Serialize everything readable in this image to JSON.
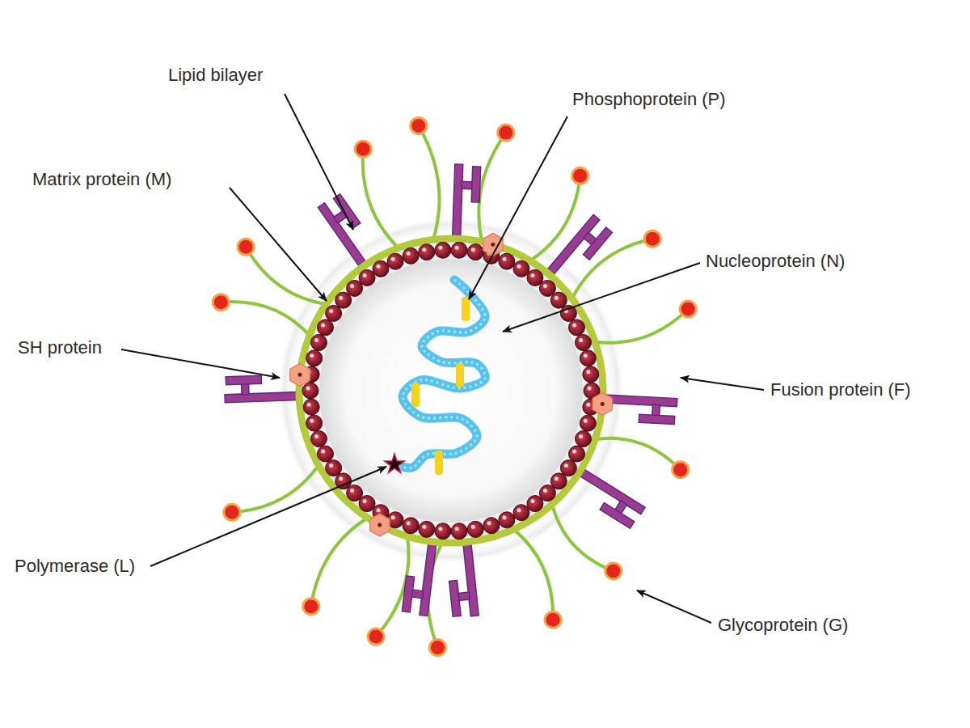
{
  "diagram": {
    "labels": [
      "Lipid bilayer",
      "Phosphoprotein (P)",
      "Matrix protein (M)",
      "Nucleoprotein (N)",
      "SH protein",
      "Fusion protein (F)",
      "Polymerase (L)",
      "Glycoprotein (G)"
    ]
  }
}
